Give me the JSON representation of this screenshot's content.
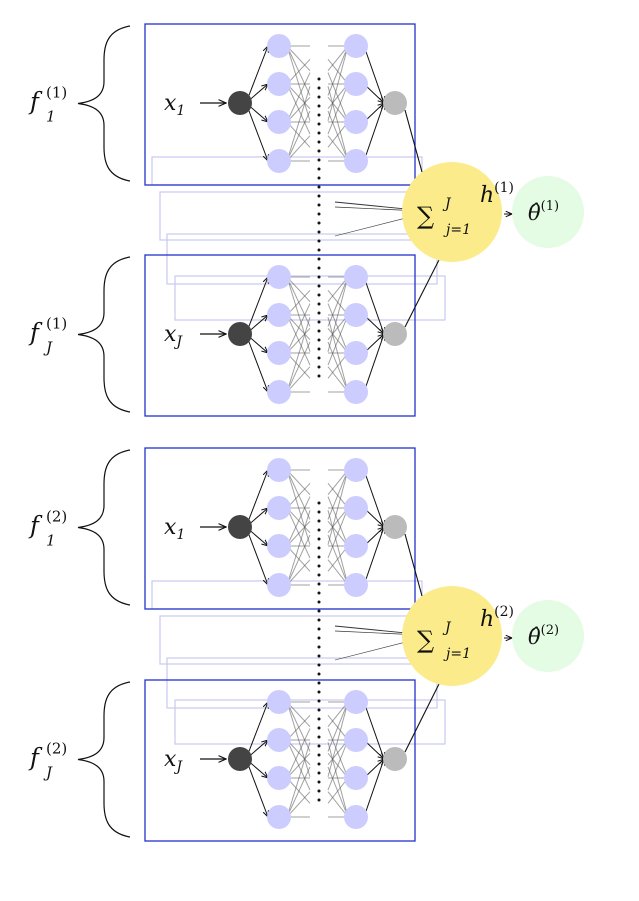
{
  "colors": {
    "frame": "#2233cc",
    "hidden_node": "#ccccff",
    "input_node": "#444444",
    "output_node": "#bbbbbb",
    "sum_node": "#fbeb8a",
    "theta_node": "#e4fbe4",
    "ghost_frame": "#c8c8f0"
  },
  "groups": [
    {
      "sum_base": "∑",
      "sum_sup": "J",
      "sum_sub": "j=1",
      "h_base": "h",
      "h_sup": "(1)",
      "theta_base": "θ̂",
      "theta_sup": "(1)",
      "networks": [
        {
          "f_base": "f",
          "f_sub": "1",
          "f_sup": "(1)",
          "x_base": "x",
          "x_sub": "1"
        },
        {
          "f_base": "f",
          "f_sub": "J",
          "f_sup": "(1)",
          "x_base": "x",
          "x_sub": "J"
        }
      ]
    },
    {
      "sum_base": "∑",
      "sum_sup": "J",
      "sum_sub": "j=1",
      "h_base": "h",
      "h_sup": "(2)",
      "theta_base": "θ̂",
      "theta_sup": "(2)",
      "networks": [
        {
          "f_base": "f",
          "f_sub": "1",
          "f_sup": "(2)",
          "x_base": "x",
          "x_sub": "1"
        },
        {
          "f_base": "f",
          "f_sub": "J",
          "f_sup": "(2)",
          "x_base": "x",
          "x_sub": "J"
        }
      ]
    }
  ]
}
